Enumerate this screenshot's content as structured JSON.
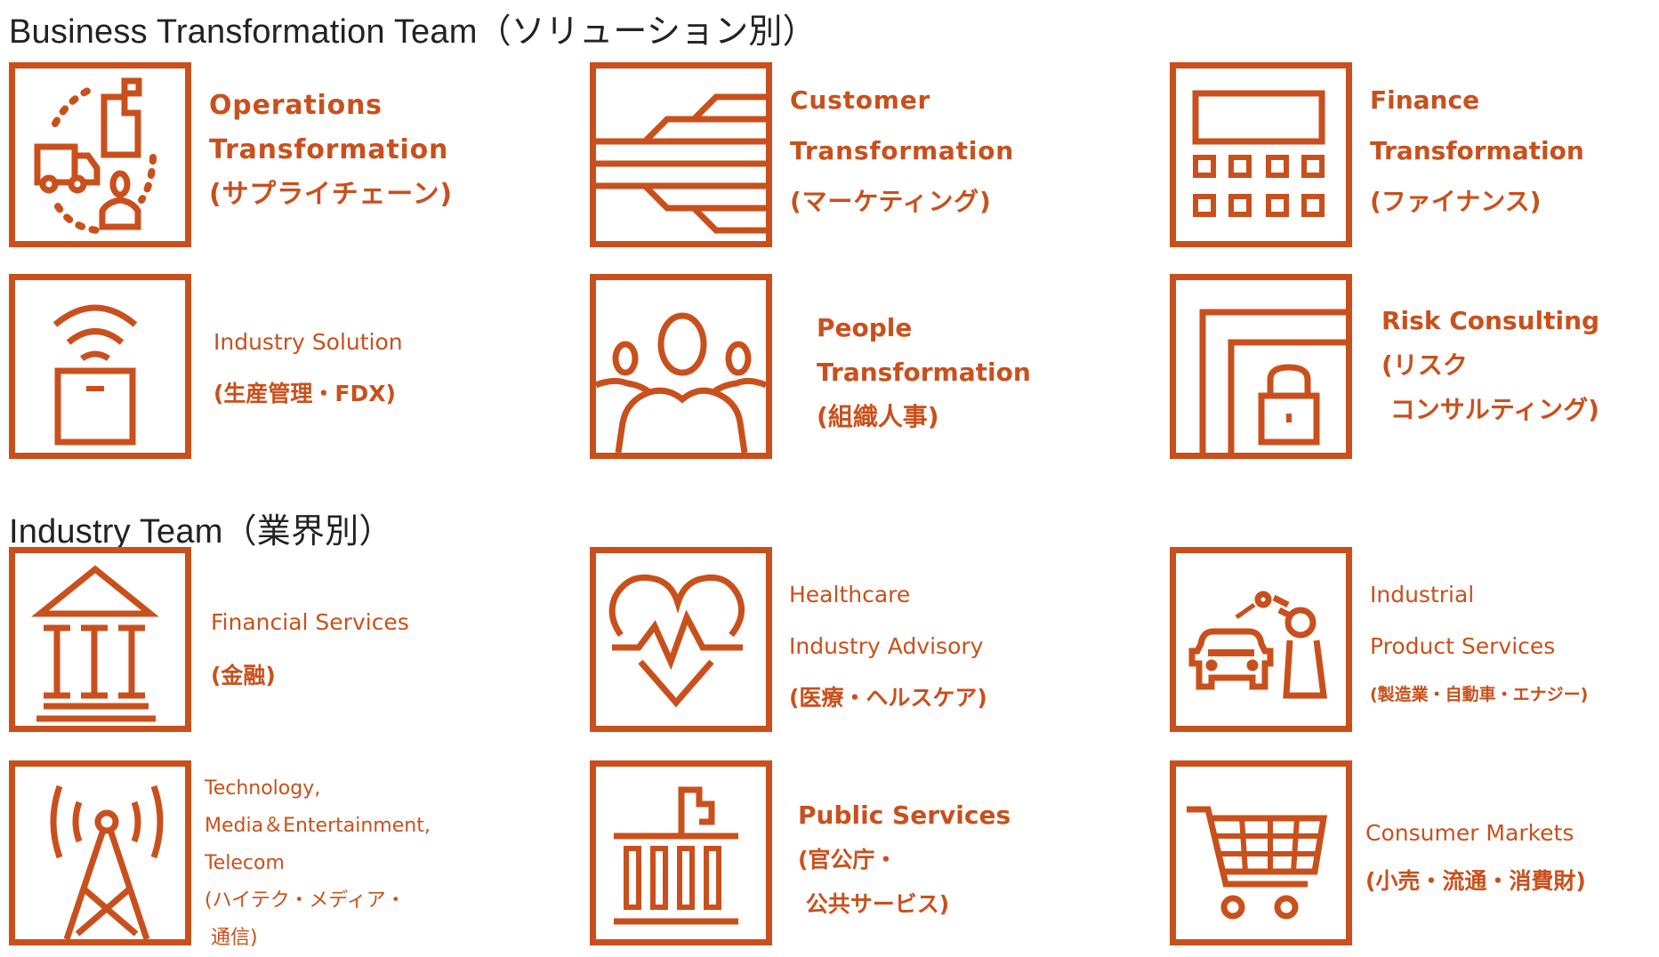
{
  "sections": [
    {
      "title": "Business Transformation Team（ソリューション別）",
      "tiles": [
        {
          "icon": "supply-chain-icon",
          "lines": [
            "Operations",
            "Transformation",
            "(サプライチェーン)"
          ]
        },
        {
          "icon": "customer-flow-icon",
          "lines": [
            "Customer",
            "Transformation",
            "(マーケティング)"
          ]
        },
        {
          "icon": "calculator-icon",
          "lines": [
            "Finance",
            "Transformation",
            "(ファイナンス)"
          ]
        },
        {
          "icon": "wireless-box-icon",
          "lines": [
            "Industry Solution",
            "(生産管理・FDX)"
          ]
        },
        {
          "icon": "people-group-icon",
          "lines": [
            "People",
            "Transformation",
            "(組織人事)"
          ]
        },
        {
          "icon": "lock-layers-icon",
          "lines": [
            "Risk Consulting",
            "(リスク",
            " コンサルティング)"
          ]
        }
      ]
    },
    {
      "title": "Industry Team（業界別）",
      "tiles": [
        {
          "icon": "bank-building-icon",
          "lines": [
            "Financial Services",
            "(金融)"
          ]
        },
        {
          "icon": "heartbeat-icon",
          "lines": [
            "Healthcare",
            "Industry Advisory",
            "(医療・ヘルスケア)"
          ]
        },
        {
          "icon": "robot-arm-car-icon",
          "lines": [
            "Industrial",
            "Product Services",
            "(製造業・自動車・エナジー)"
          ]
        },
        {
          "icon": "radio-tower-icon",
          "lines": [
            "Technology,",
            "Media＆Entertainment,",
            "Telecom",
            "(ハイテク・メディア・",
            " 通信)"
          ]
        },
        {
          "icon": "government-building-icon",
          "lines": [
            "Public Services",
            "(官公庁・",
            " 公共サービス)"
          ]
        },
        {
          "icon": "shopping-cart-icon",
          "lines": [
            "Consumer Markets",
            "(小売・流通・消費財)"
          ]
        }
      ]
    }
  ],
  "colors": {
    "accent": "#C9501C",
    "heading": "#222222",
    "background": "#FFFFFF"
  }
}
